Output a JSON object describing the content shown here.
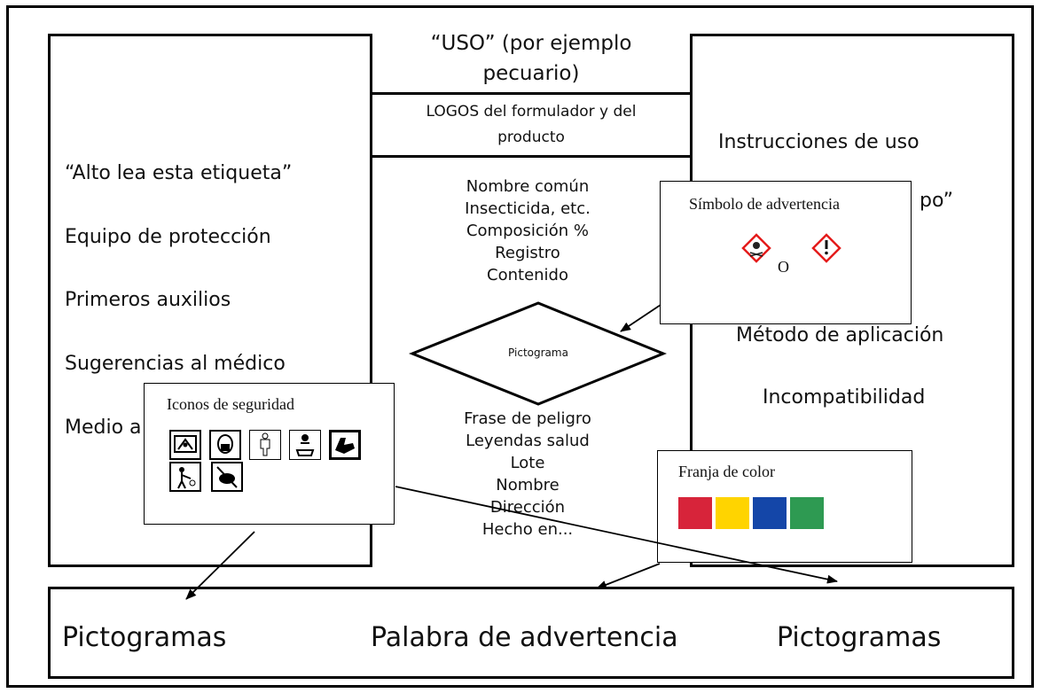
{
  "top": {
    "uso": "“USO” (por ejemplo pecuario)",
    "uso_line1": "“USO” (por ejemplo",
    "uso_line2": "pecuario)",
    "logos_line1": "LOGOS del formulador y del",
    "logos_line2": "producto"
  },
  "left_panel": {
    "items": [
      "“Alto lea esta etiqueta”",
      "Equipo de protección",
      "Primeros auxilios",
      "Sugerencias al médico",
      "Medio a"
    ]
  },
  "right_panel": {
    "items": [
      "Instrucciones de uso",
      "po”",
      "Método de aplicación",
      "Incompatibilidad"
    ]
  },
  "middle": {
    "upper_lines": [
      "Nombre común",
      "Insecticida, etc.",
      "Composición %",
      "Registro",
      "Contenido"
    ],
    "diamond_label": "Pictograma",
    "lower_lines": [
      "Frase de peligro",
      "Leyendas salud",
      "Lote",
      "Nombre",
      "Dirección",
      "Hecho en..."
    ]
  },
  "callouts": {
    "warning_symbol": {
      "title": "Símbolo de advertencia",
      "separator": "O"
    },
    "safety_icons": {
      "title": "Iconos de seguridad",
      "icons": [
        "storage-lock-icon",
        "respirator-mask-icon",
        "protective-suit-icon",
        "washing-icon",
        "gloves-icon",
        "sprayer-person-icon",
        "no-animals-icon"
      ]
    },
    "color_band": {
      "title": "Franja de color",
      "colors": [
        "#d7243a",
        "#ffd400",
        "#1446a8",
        "#2e9a52"
      ]
    }
  },
  "bottom": {
    "left": "Pictogramas",
    "center": "Palabra de advertencia",
    "right": "Pictogramas"
  }
}
